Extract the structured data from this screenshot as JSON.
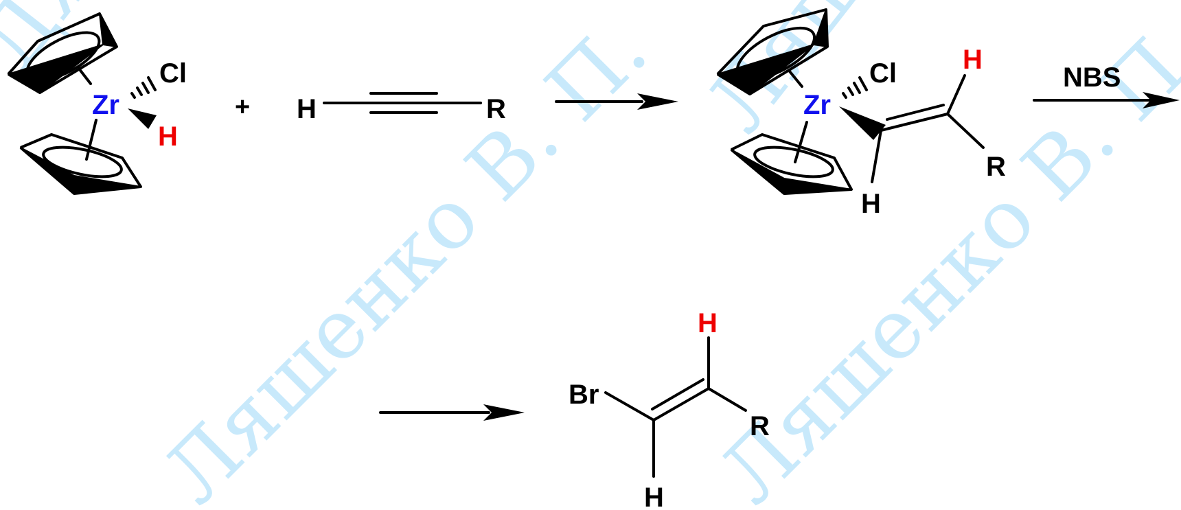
{
  "colors": {
    "default_atom": "#000000",
    "zirconium": "#1010ee",
    "highlight_hydrogen": "#ee0000",
    "watermark": "#bfe6fb"
  },
  "watermark": {
    "text_1": "Дяди",
    "text_2": "Ляшенко В. П.",
    "text_3": "Ляшенко В. П."
  },
  "reactant_1": {
    "metal": "Zr",
    "chloride": "Cl",
    "hydride": "H"
  },
  "plus_sign": "+",
  "reactant_2": {
    "terminal_h": "H",
    "substituent": "R"
  },
  "intermediate": {
    "metal": "Zr",
    "chloride": "Cl",
    "vinyl_h_top": "H",
    "vinyl_h_bottom": "H",
    "substituent": "R"
  },
  "reagent_label": "NBS",
  "product": {
    "halogen": "Br",
    "h_top": "H",
    "h_bottom": "H",
    "substituent": "R"
  }
}
